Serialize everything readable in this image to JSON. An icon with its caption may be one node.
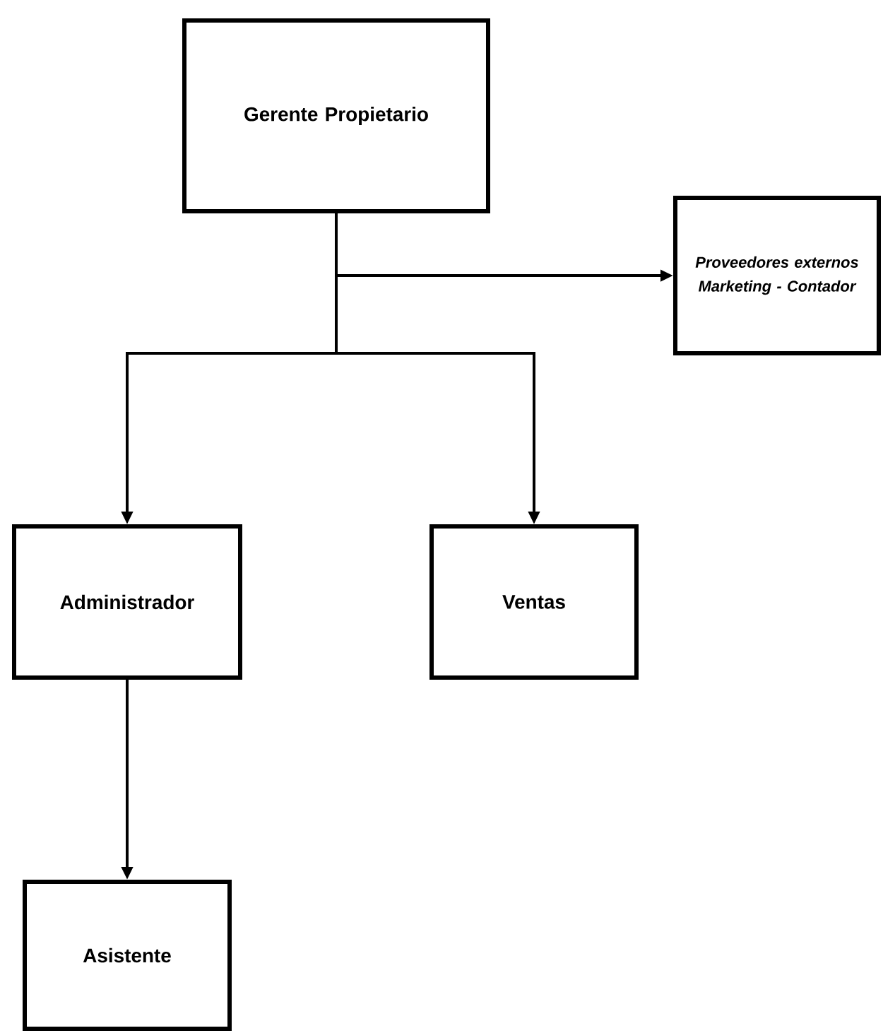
{
  "diagram": {
    "nodes": [
      {
        "text": [
          "Gerente Propietario"
        ]
      },
      {
        "text": [
          "Proveedores externos Marketing - Contador"
        ]
      },
      {
        "text": [
          "Administrador"
        ]
      },
      {
        "text": [
          "Ventas"
        ]
      },
      {
        "text": [
          "Asistente"
        ]
      }
    ],
    "edges": [
      {
        "from": 0,
        "to": 1,
        "arrow": "to"
      },
      {
        "from": 0,
        "to": 2,
        "arrow": "to"
      },
      {
        "from": 0,
        "to": 3,
        "arrow": "to"
      },
      {
        "from": 2,
        "to": 4,
        "arrow": "to"
      }
    ]
  }
}
